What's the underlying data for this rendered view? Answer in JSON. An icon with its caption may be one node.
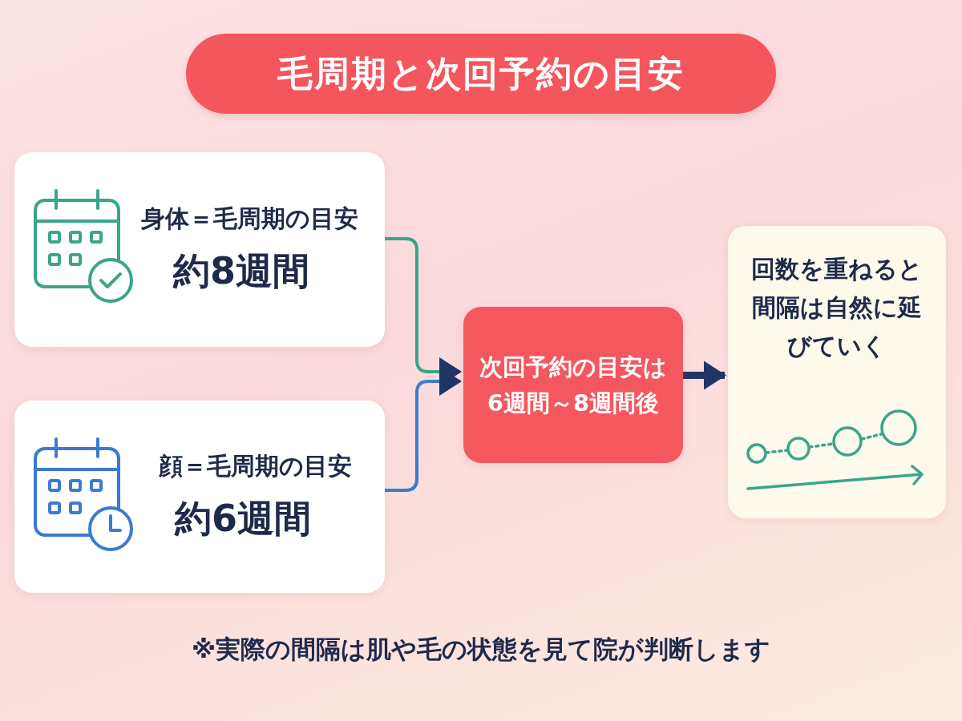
{
  "diagram": {
    "title": "毛周期と次回予約の目安",
    "nodes": [
      {
        "text": [
          "身体＝毛周期の目安",
          "約8週間"
        ]
      },
      {
        "text": [
          "顔＝毛周期の目安",
          "約6週間"
        ]
      },
      {
        "text": [
          "次回予約の目安は6週間～8週間後"
        ]
      },
      {
        "text": [
          "回数を重ねると間隔は自然に延びていく"
        ]
      }
    ],
    "edges": [
      {
        "from": 0,
        "to": 2,
        "arrow": "to",
        "color": "#3aa58a"
      },
      {
        "from": 1,
        "to": 2,
        "arrow": "to",
        "color": "#3a7bd0"
      },
      {
        "from": 2,
        "to": 3,
        "arrow": "to",
        "style": "thick",
        "color": "#1f3566"
      }
    ],
    "caption": "※実際の間隔は肌や毛の状態を見て院が判断します"
  }
}
